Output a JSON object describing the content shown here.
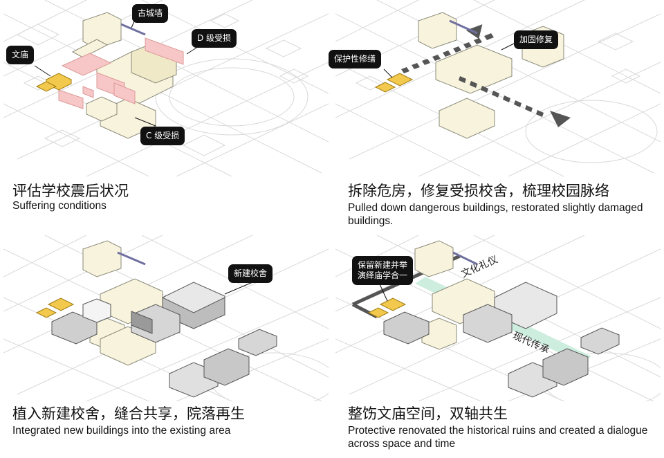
{
  "panels": [
    {
      "caption_cn": "评估学校震后状况",
      "caption_en": "Suffering conditions",
      "callouts": [
        "古城墙",
        "D 级受损",
        "文庙",
        "C 级受损"
      ]
    },
    {
      "caption_cn": "拆除危房，修复受损校舍，梳理校园脉络",
      "caption_en": "Pulled down dangerous buildings, restorated slightly damaged buildings.",
      "callouts": [
        "保护性修缮",
        "加固修复"
      ]
    },
    {
      "caption_cn": "植入新建校舍，缝合共享，院落再生",
      "caption_en": "Integrated new buildings into the existing area",
      "callouts": [
        "新建校舍"
      ]
    },
    {
      "caption_cn": "整饬文庙空间，双轴共生",
      "caption_en": "Protective renovated the historical ruins and created a dialogue across space and time",
      "callouts": [
        "保留新建并举\n演绎庙学合一"
      ],
      "axis_labels": [
        "文化礼仪",
        "现代传承"
      ]
    }
  ],
  "colors": {
    "temple": "#f2c94c",
    "damaged_d": "#f7c6c6",
    "existing": "#f7f3dc",
    "new_building": "#9a9a9a",
    "axis_green": "#cdeede",
    "callout_bg": "#111111"
  }
}
